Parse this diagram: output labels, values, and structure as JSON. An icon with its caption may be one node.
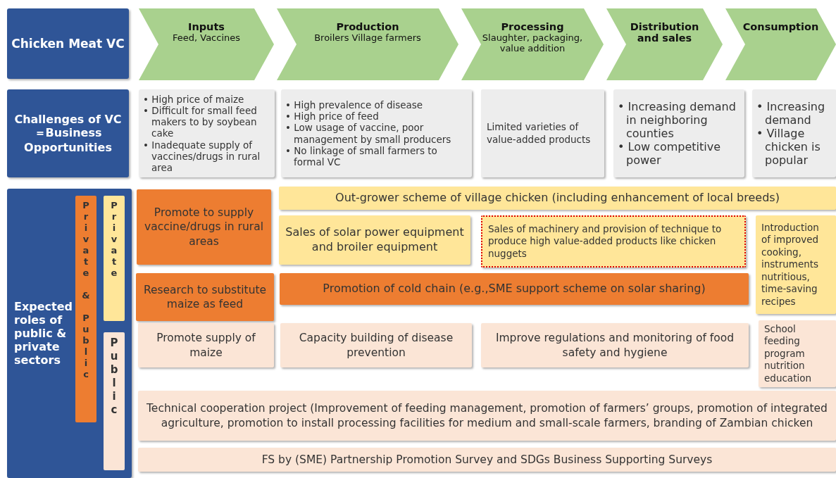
{
  "diagram": {
    "nodes": [
      {
        "text": [
          "Chicken Meat VC"
        ]
      },
      {
        "text": [
          "Inputs",
          "Feed, Vaccines"
        ]
      },
      {
        "text": [
          "Production",
          "Broilers Village farmers"
        ]
      },
      {
        "text": [
          "Processing",
          "Slaughter, packaging, value addition"
        ]
      },
      {
        "text": [
          "Distribution and sales"
        ]
      },
      {
        "text": [
          "Consumption"
        ]
      },
      {
        "text": [
          "Challenges of VC ＝Business Opportunities"
        ]
      },
      {
        "text": [
          "• High price of maize",
          "• Difficult for small feed makers to by soybean cake",
          "• Inadequate supply of vaccines/drugs in rural area"
        ]
      },
      {
        "text": [
          "• High prevalence of disease",
          "• High price of feed",
          "• Low usage of vaccine, poor management by small producers",
          "• No linkage of small farmers to formal VC"
        ]
      },
      {
        "text": [
          "Limited varieties of value-added products"
        ]
      },
      {
        "text": [
          "• Increasing demand  in neighboring counties",
          "• Low competitive power"
        ]
      },
      {
        "text": [
          "• Increasing demand",
          "• Village chicken is popular"
        ]
      },
      {
        "text": [
          "Expected roles of public & private sectors"
        ]
      },
      {
        "text": [
          "Private & Public"
        ],
        "in": 12
      },
      {
        "text": [
          "Private"
        ],
        "in": 12
      },
      {
        "text": [
          "Public"
        ],
        "in": 12
      },
      {
        "text": [
          "Promote to supply vaccine/drugs in rural areas"
        ]
      },
      {
        "text": [
          "Out-grower scheme of village chicken (including enhancement of local breeds)"
        ]
      },
      {
        "text": [
          "Sales of solar power equipment  and broiler equipment"
        ]
      },
      {
        "text": [
          "Sales of machinery and provision of technique to produce high value-added products like chicken nuggets"
        ]
      },
      {
        "text": [
          "Introduction of improved cooking, instruments nutritious, time-saving recipes"
        ]
      },
      {
        "text": [
          "Research to substitute maize  as feed"
        ]
      },
      {
        "text": [
          "Promotion of cold chain (e.g.,SME support scheme on solar  sharing)"
        ]
      },
      {
        "text": [
          "Promote supply of maize"
        ]
      },
      {
        "text": [
          "Capacity building of disease prevention"
        ]
      },
      {
        "text": [
          "Improve regulations and monitoring of food safety and hygiene"
        ]
      },
      {
        "text": [
          "School feeding program nutrition education"
        ]
      },
      {
        "text": [
          "Technical cooperation project (Improvement of feeding management, promotion of farmers’ groups, promotion of integrated agriculture, promotion to install processing facilities for medium and small-scale farmers, branding of Zambian chicken"
        ]
      },
      {
        "text": [
          "FS by (SME) Partnership Promotion Survey and SDGs Business Supporting Surveys"
        ]
      }
    ],
    "edges": []
  }
}
